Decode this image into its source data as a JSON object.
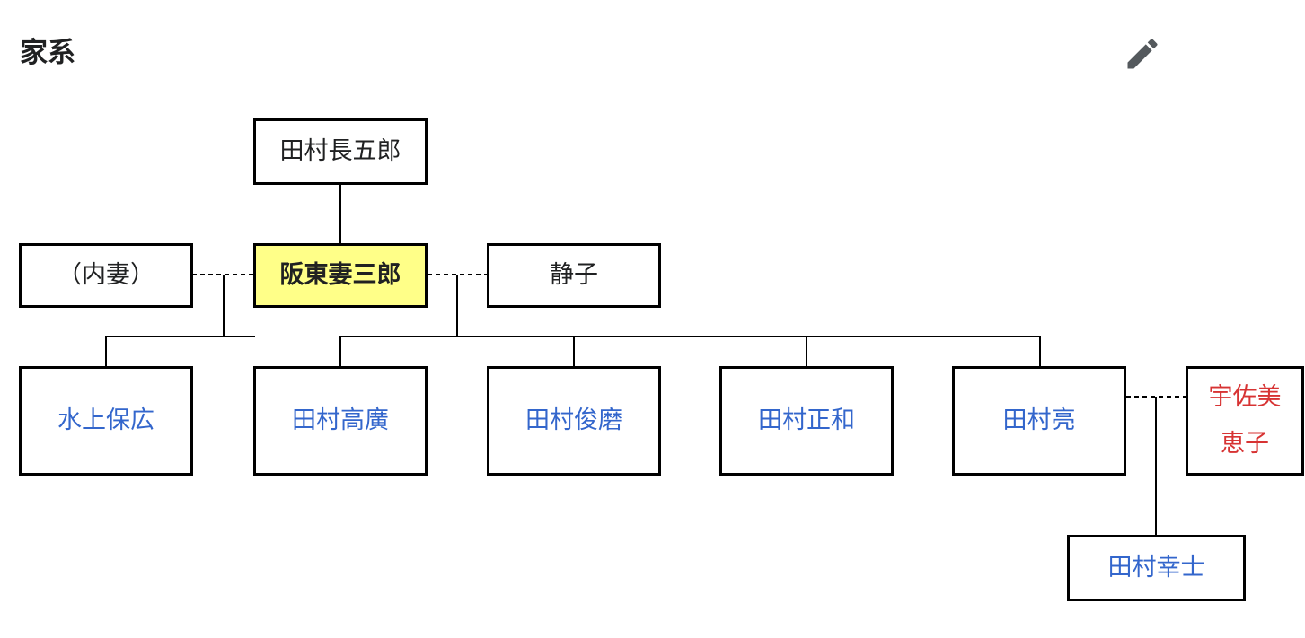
{
  "section": {
    "title": "家系"
  },
  "toolbar": {
    "edit_icon": "pencil-icon"
  },
  "colors": {
    "link": "#3366cc",
    "redlink": "#d73333",
    "focus_fill": "#ffff88",
    "border": "#000000",
    "text": "#202122"
  },
  "tree": {
    "father": "田村長五郎",
    "subject": "阪東妻三郎",
    "first_wife": "（内妻）",
    "second_wife": "静子",
    "children": {
      "mizukami": "水上保広",
      "takahiro": "田村高廣",
      "toshimaro": "田村俊磨",
      "masakazu": "田村正和",
      "ryo": "田村亮"
    },
    "ryo_spouse": "宇佐美恵子",
    "grandchild": "田村幸士"
  }
}
